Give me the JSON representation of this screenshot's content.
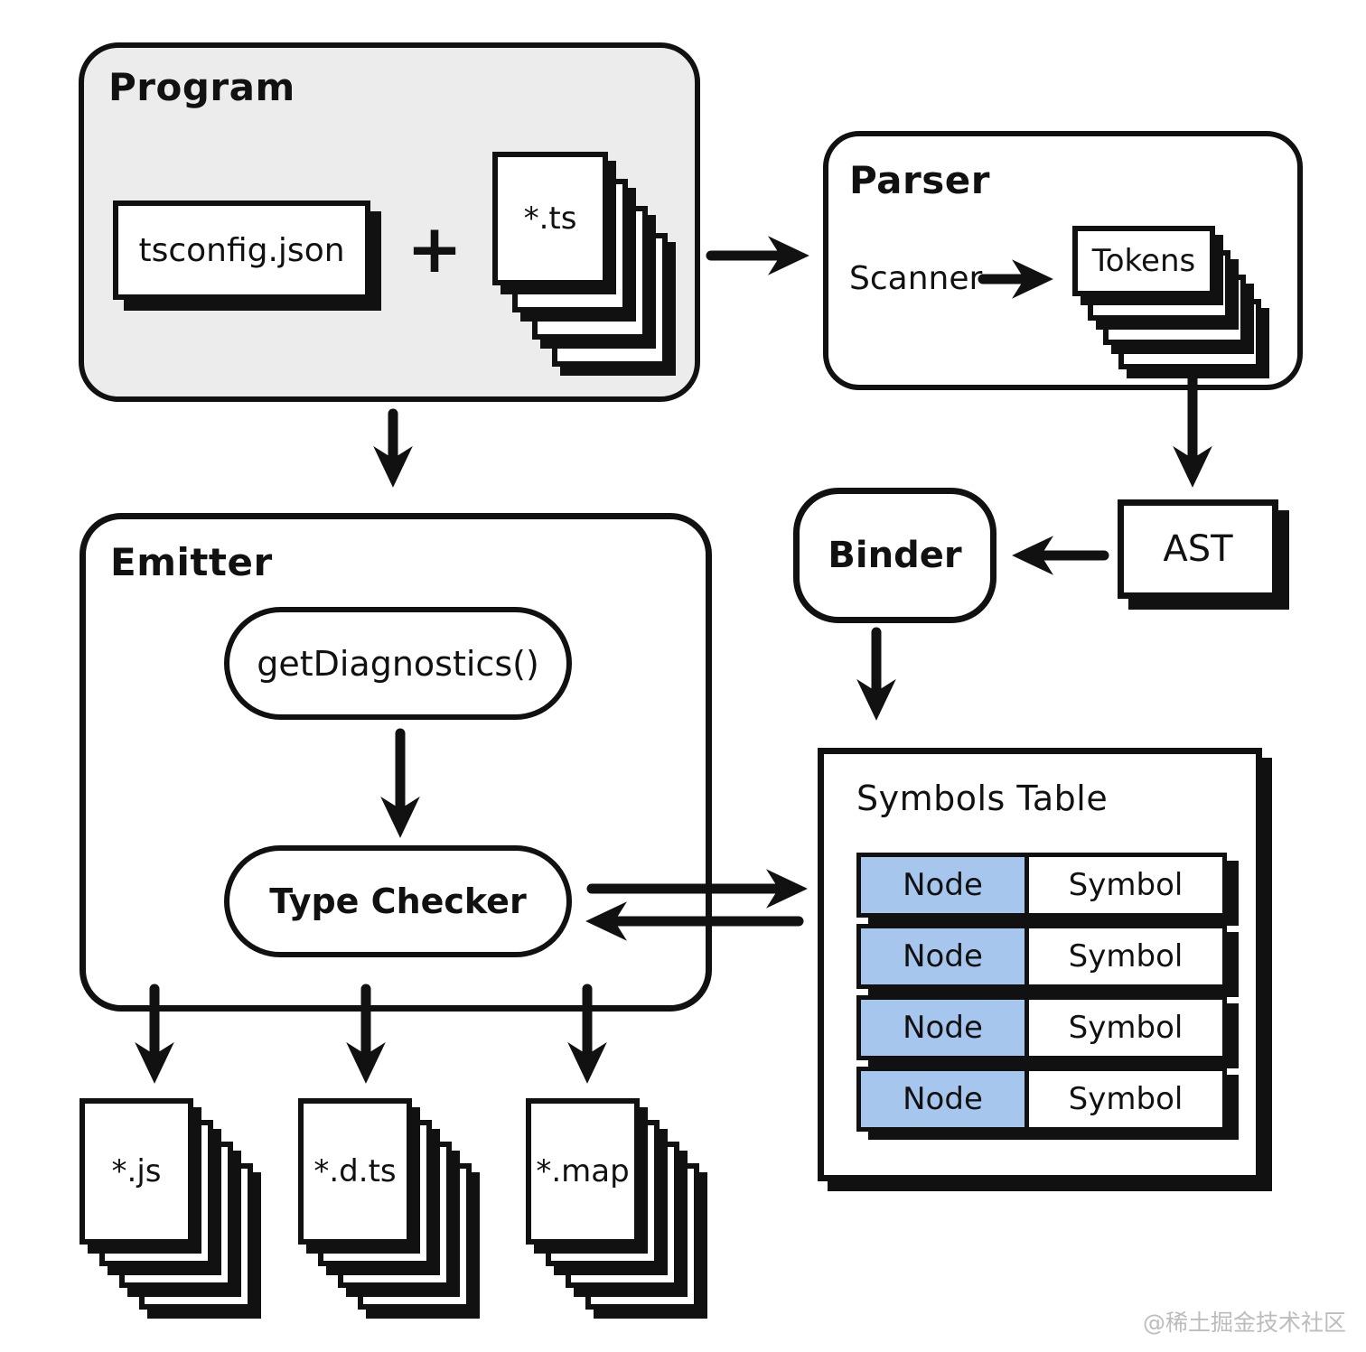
{
  "colors": {
    "ink": "#111111",
    "program_fill": "#ececec",
    "node_cell_blue": "#a7c6ee",
    "watermark_gray": "#bcbcbc"
  },
  "program": {
    "title": "Program",
    "tsconfig_label": "tsconfig.json",
    "plus": "+",
    "ts_files_label": "*.ts"
  },
  "parser": {
    "title": "Parser",
    "scanner_label": "Scanner",
    "tokens_label": "Tokens"
  },
  "ast": {
    "label": "AST"
  },
  "binder": {
    "label": "Binder"
  },
  "symbols_table": {
    "title": "Symbols Table",
    "rows": [
      {
        "node": "Node",
        "symbol": "Symbol"
      },
      {
        "node": "Node",
        "symbol": "Symbol"
      },
      {
        "node": "Node",
        "symbol": "Symbol"
      },
      {
        "node": "Node",
        "symbol": "Symbol"
      }
    ]
  },
  "emitter": {
    "title": "Emitter",
    "get_diagnostics_label": "getDiagnostics()",
    "type_checker_label": "Type Checker"
  },
  "outputs": [
    {
      "label": "*.js"
    },
    {
      "label": "*.d.ts"
    },
    {
      "label": "*.map"
    }
  ],
  "watermark": "@稀土掘金技术社区"
}
